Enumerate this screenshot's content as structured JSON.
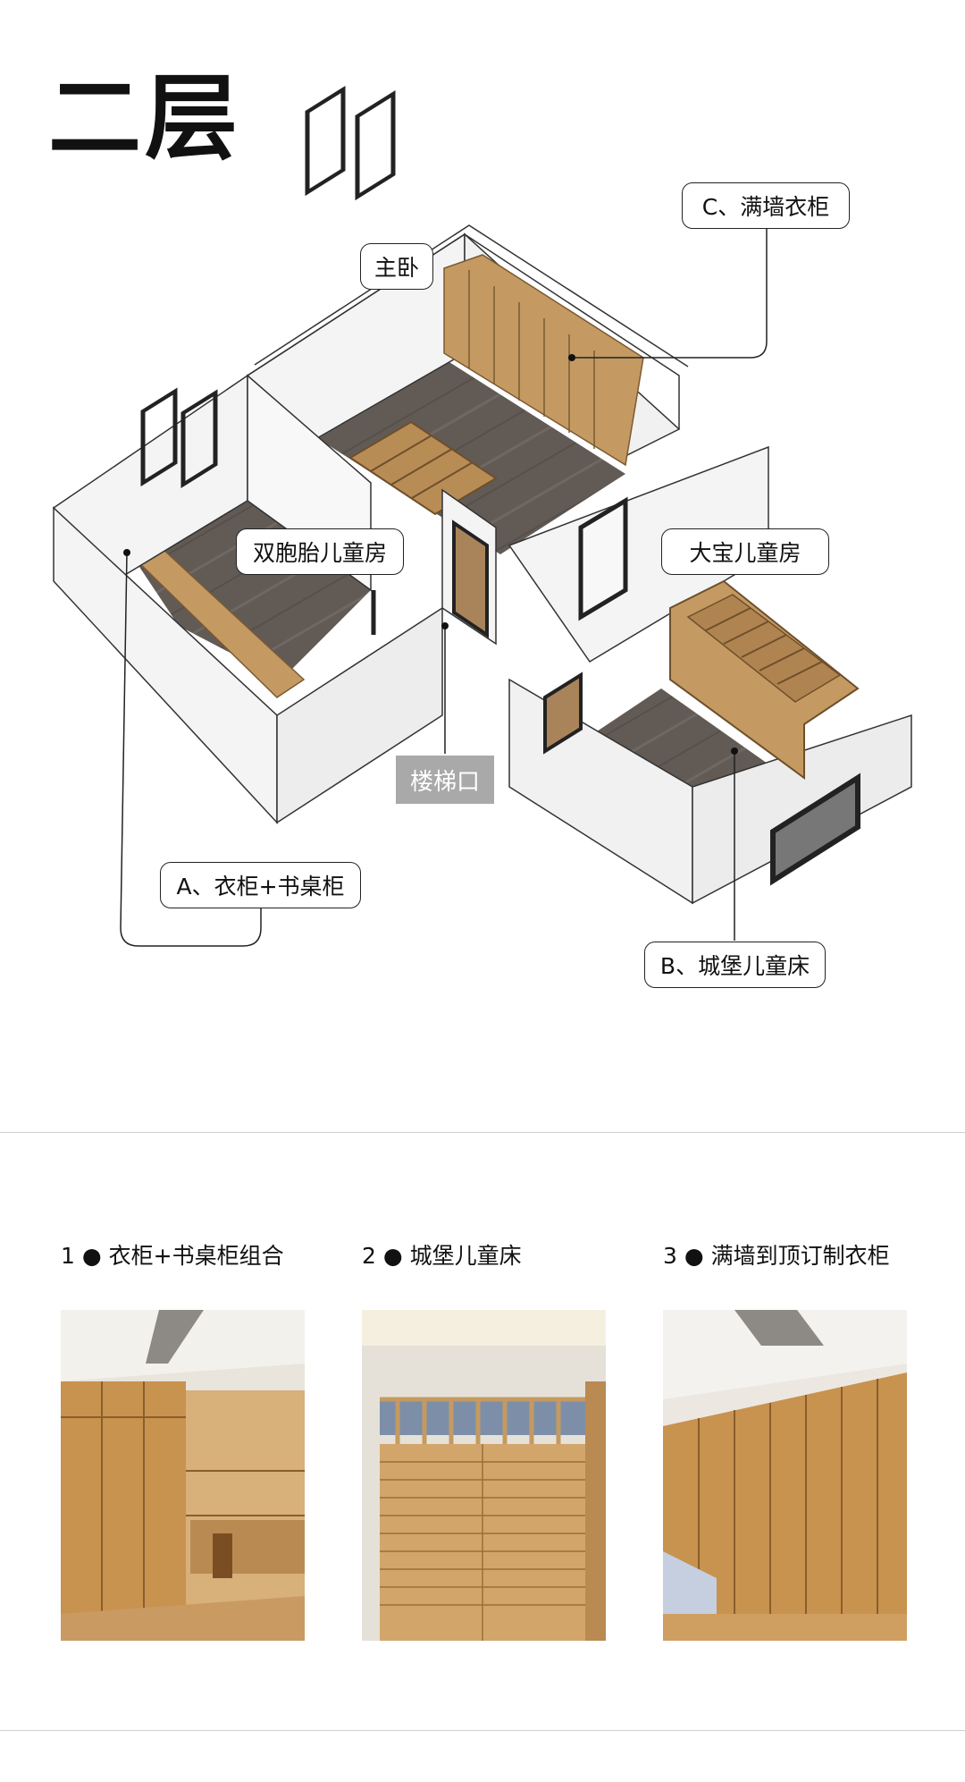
{
  "page": {
    "title": "二层"
  },
  "plan": {
    "labels": {
      "master_bedroom": "主卧",
      "wardrobe_full_wall": "C、满墙衣柜",
      "twins_room": "双胞胎儿童房",
      "elder_child_room": "大宝儿童房",
      "stair_entrance": "楼梯口",
      "wardrobe_desk": "A、衣柜+书桌柜",
      "castle_bed": "B、城堡儿童床"
    }
  },
  "features": [
    {
      "number": "1",
      "bullet": "●",
      "label": "衣柜+书桌柜组合",
      "photo": "wardrobe-desk-photo"
    },
    {
      "number": "2",
      "bullet": "●",
      "label": "城堡儿童床",
      "photo": "castle-bed-photo"
    },
    {
      "number": "3",
      "bullet": "●",
      "label": "满墙到顶订制衣柜",
      "photo": "full-wall-wardrobe-photo"
    }
  ],
  "colors": {
    "floor": "#625a55",
    "wood": "#c49a62",
    "wall": "#f4f4f4",
    "label_grey": "#a9a9a9"
  }
}
